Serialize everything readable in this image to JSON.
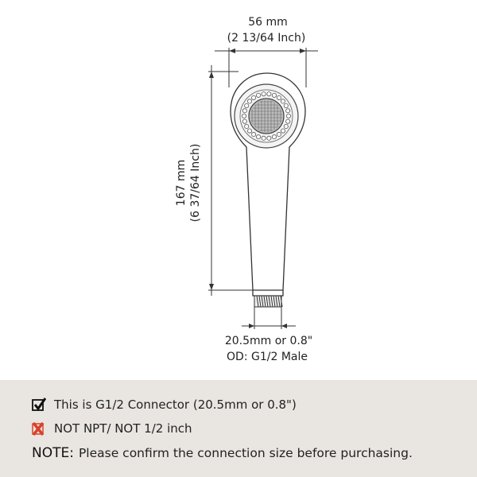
{
  "dimensions": {
    "width_mm": "56 mm",
    "width_inch": "(2 13/64 Inch)",
    "height_mm": "167 mm",
    "height_inch": "(6 37/64 Inch)",
    "connector_size": "20.5mm or 0.8\"",
    "connector_od": "OD: G1/2 Male"
  },
  "notes": {
    "check_text": "This is G1/2 Connector (20.5mm or 0.8\")",
    "cross_text": "NOT NPT/ NOT 1/2 inch",
    "note_label": "NOTE:",
    "note_text": "Please confirm the connection size before purchasing."
  },
  "icons": {
    "check": "check-mark-icon",
    "cross": "cross-mark-icon"
  },
  "colors": {
    "cross_red": "#d9412b",
    "notes_bg": "#e9e6e1"
  }
}
